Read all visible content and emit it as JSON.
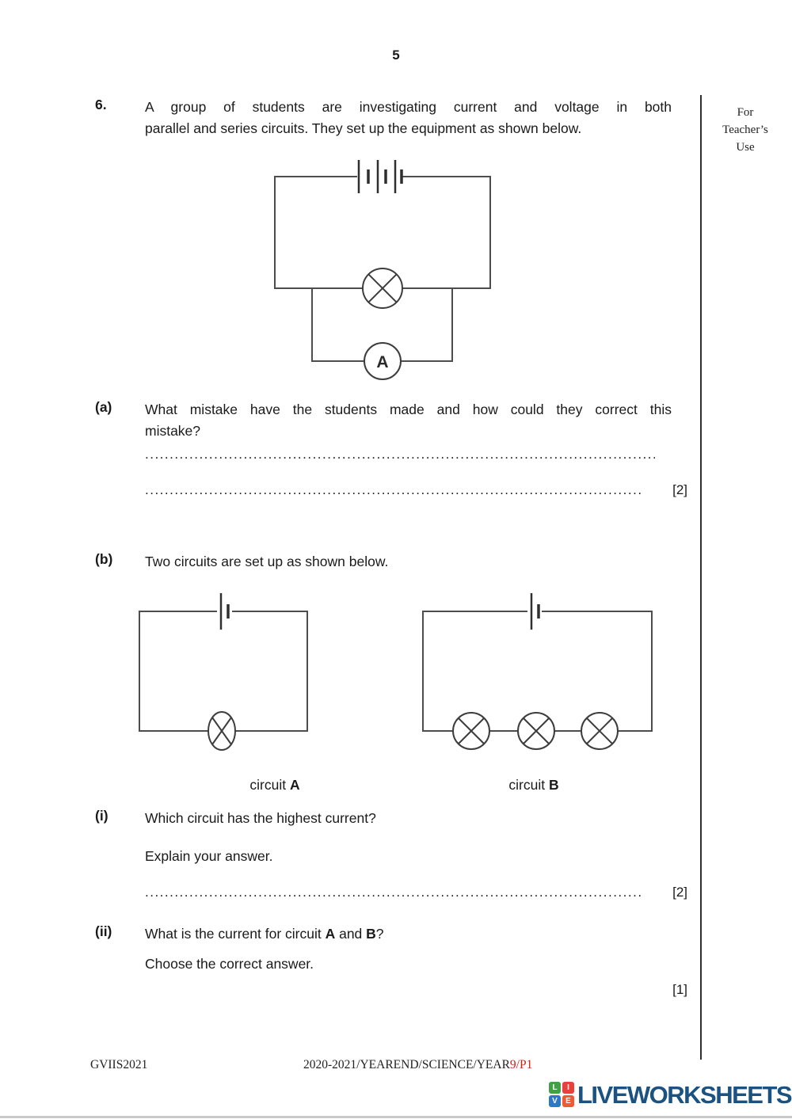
{
  "page": {
    "number": "5"
  },
  "teacher_use": {
    "line1": "For",
    "line2": "Teacher’s",
    "line3": "Use"
  },
  "q6": {
    "number": "6.",
    "line1": "A group of students are investigating current and voltage in both",
    "line2": "parallel and series circuits. They set up the equipment as shown below."
  },
  "part_a": {
    "label": "(a)",
    "line1": "What mistake have the students made and how could they correct this",
    "line2": "mistake?",
    "marks": "[2]"
  },
  "part_b": {
    "label": "(b)",
    "text": "Two circuits are set up as shown below.",
    "caption_a_prefix": "circuit ",
    "caption_a_bold": "A",
    "caption_b_prefix": "circuit ",
    "caption_b_bold": "B"
  },
  "part_i": {
    "label": "(i)",
    "question": "Which circuit has the highest current?",
    "prompt": "Explain your answer.",
    "marks": "[2]"
  },
  "part_ii": {
    "label": "(ii)",
    "q_p1": "What is the current for circuit ",
    "q_b1": "A",
    "q_p2": " and ",
    "q_b2": "B",
    "q_p3": "?",
    "prompt": "Choose the correct answer.",
    "marks": "[1]"
  },
  "diagram": {
    "ammeter_label": "A"
  },
  "dots": "........................................................................................................................................................................................................",
  "footer": {
    "left_code": "GVIIS2021",
    "center_black": "2020-2021/YEAREND/SCIENCE/YEAR",
    "center_red": "9/P1",
    "logo": {
      "text": "LIVEWORKSHEETS",
      "squares": {
        "0": {
          "letter": "L",
          "color": "#43a047"
        },
        "1": {
          "letter": "I",
          "color": "#e8413c"
        },
        "2": {
          "letter": "V",
          "color": "#2e76c9"
        },
        "3": {
          "letter": "E",
          "color": "#ee5a34"
        }
      }
    }
  },
  "colors": {
    "accent_red": "#cc2018",
    "logo_text": "#1b5282"
  }
}
